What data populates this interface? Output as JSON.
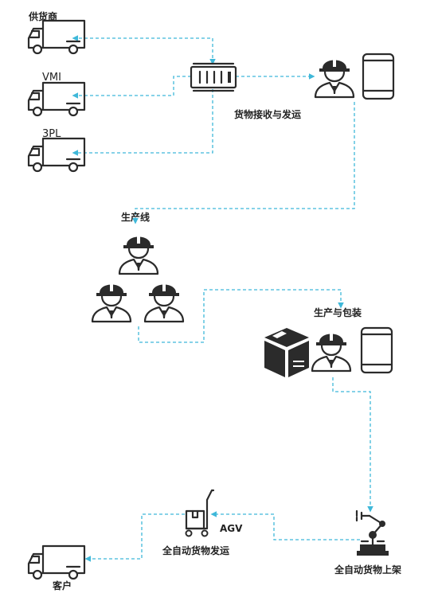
{
  "labels": {
    "supplier": "供货商",
    "vmi": "VMI",
    "tpl": "3PL",
    "receiving": "货物接收与发运",
    "production_line": "生产线",
    "production_packaging": "生产与包装",
    "agv": "AGV",
    "auto_shipping": "全自动货物发运",
    "auto_shelving": "全自动货物上架",
    "customer": "客户"
  },
  "colors": {
    "connector": "#3fb8d9",
    "icon": "#2b2b2b",
    "text": "#222222"
  },
  "icons": [
    "truck-icon",
    "container-icon",
    "worker-icon",
    "tablet-icon",
    "box-icon",
    "agv-cart-icon",
    "robot-arm-icon"
  ]
}
